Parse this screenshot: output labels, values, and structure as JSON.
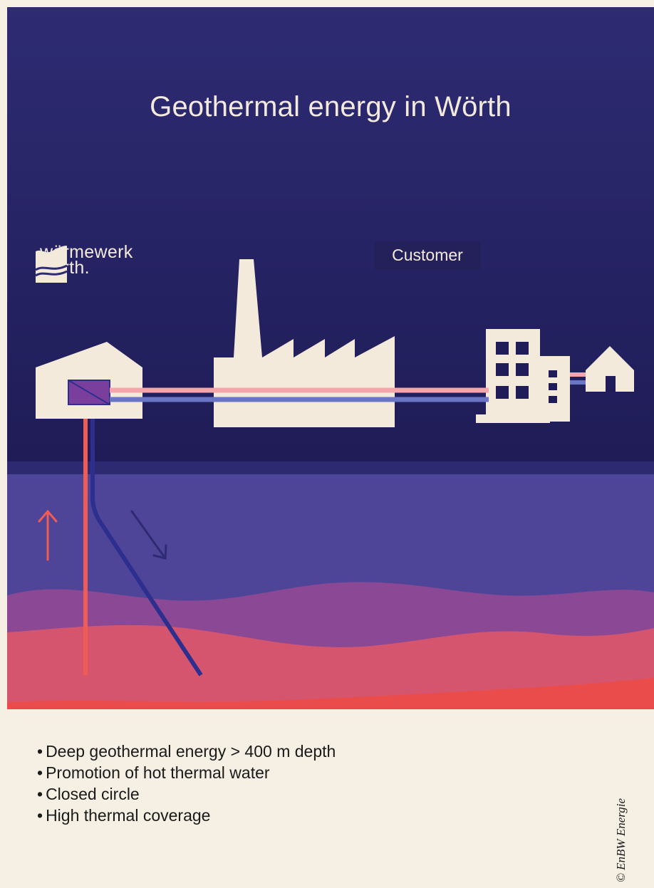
{
  "diagram": {
    "title": "Geothermal energy in Wörth",
    "logo": {
      "line1": "wärmewerk",
      "line2": "wörth."
    },
    "customer_label": "Customer",
    "colors": {
      "sky_top": "#2e2b73",
      "sky_bottom": "#1f1c57",
      "ground": "#4e4599",
      "purple_layer": "#8a4895",
      "pink_layer": "#d6556e",
      "red_layer": "#ea4c4c",
      "building": "#f3eadc",
      "hot_pipe": "#ef5c55",
      "hot_pipe_surface": "#f4a6ab",
      "cold_pipe": "#2d2f8e",
      "cold_pipe_surface": "#6a75c6",
      "heat_exchanger": "#7a3f9c"
    },
    "icons": [
      "up-arrow-icon",
      "down-arrow-icon",
      "house-icon",
      "factory-icon",
      "apartment-icon",
      "heat-exchanger-icon",
      "logo-icon"
    ]
  },
  "bullets": [
    "Deep geothermal energy > 400 m depth",
    "Promotion of hot thermal water",
    "Closed circle",
    "High thermal coverage"
  ],
  "credit": "© EnBW Energie"
}
